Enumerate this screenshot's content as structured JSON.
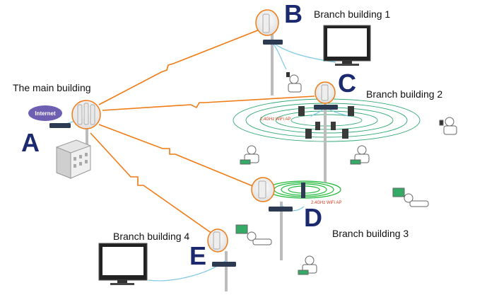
{
  "labels": {
    "main_building": "The main building",
    "branch1": "Branch building 1",
    "branch2": "Branch building 2",
    "branch3": "Branch building 3",
    "branch4": "Branch building 4"
  },
  "letters": {
    "a": "A",
    "b": "B",
    "c": "C",
    "d": "D",
    "e": "E"
  },
  "internet_label": "Internet",
  "wifi_ap_c": "2.4GHz WiFi AP",
  "wifi_ap_d": "2.4GHz WiFi AP",
  "colors": {
    "link": "#f07a14",
    "ring_c": "#34a875",
    "ring_d": "#1fb93a",
    "letter": "#1b2a6e",
    "cable": "#7fc8e6"
  },
  "icons": [
    "antenna-icon",
    "router-icon",
    "monitor-icon",
    "building-icon",
    "person-laptop-icon",
    "cloud-icon",
    "person-phone-icon"
  ]
}
